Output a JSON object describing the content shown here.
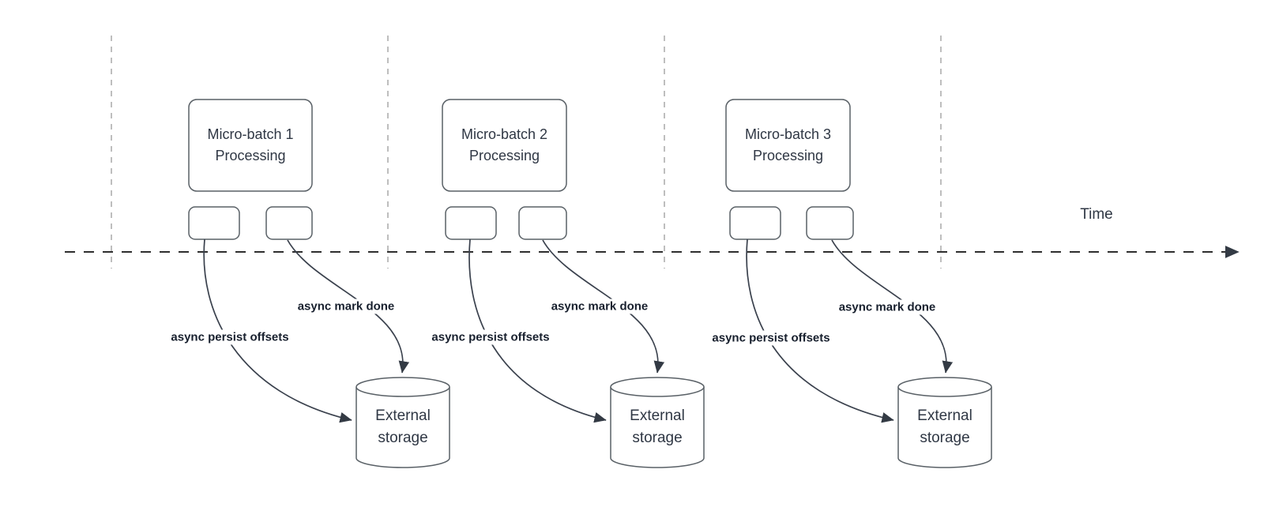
{
  "diagram": {
    "time_axis_label": "Time",
    "batches": [
      {
        "title_line1": "Micro-batch 1",
        "title_line2": "Processing",
        "persist_label": "async persist offsets",
        "mark_done_label": "async mark done",
        "storage_line1": "External",
        "storage_line2": "storage"
      },
      {
        "title_line1": "Micro-batch 2",
        "title_line2": "Processing",
        "persist_label": "async persist offsets",
        "mark_done_label": "async mark done",
        "storage_line1": "External",
        "storage_line2": "storage"
      },
      {
        "title_line1": "Micro-batch 3",
        "title_line2": "Processing",
        "persist_label": "async persist offsets",
        "mark_done_label": "async mark done",
        "storage_line1": "External",
        "storage_line2": "storage"
      }
    ]
  },
  "colors": {
    "background": "#ffffff",
    "shape_stroke": "#596066",
    "shape_fill": "#ffffff",
    "text": "#2f3744",
    "edge_label_text": "#18202e",
    "timeline": "#2e2e2e",
    "guide_line": "#a9a9a9",
    "arrow": "#3a414d"
  }
}
